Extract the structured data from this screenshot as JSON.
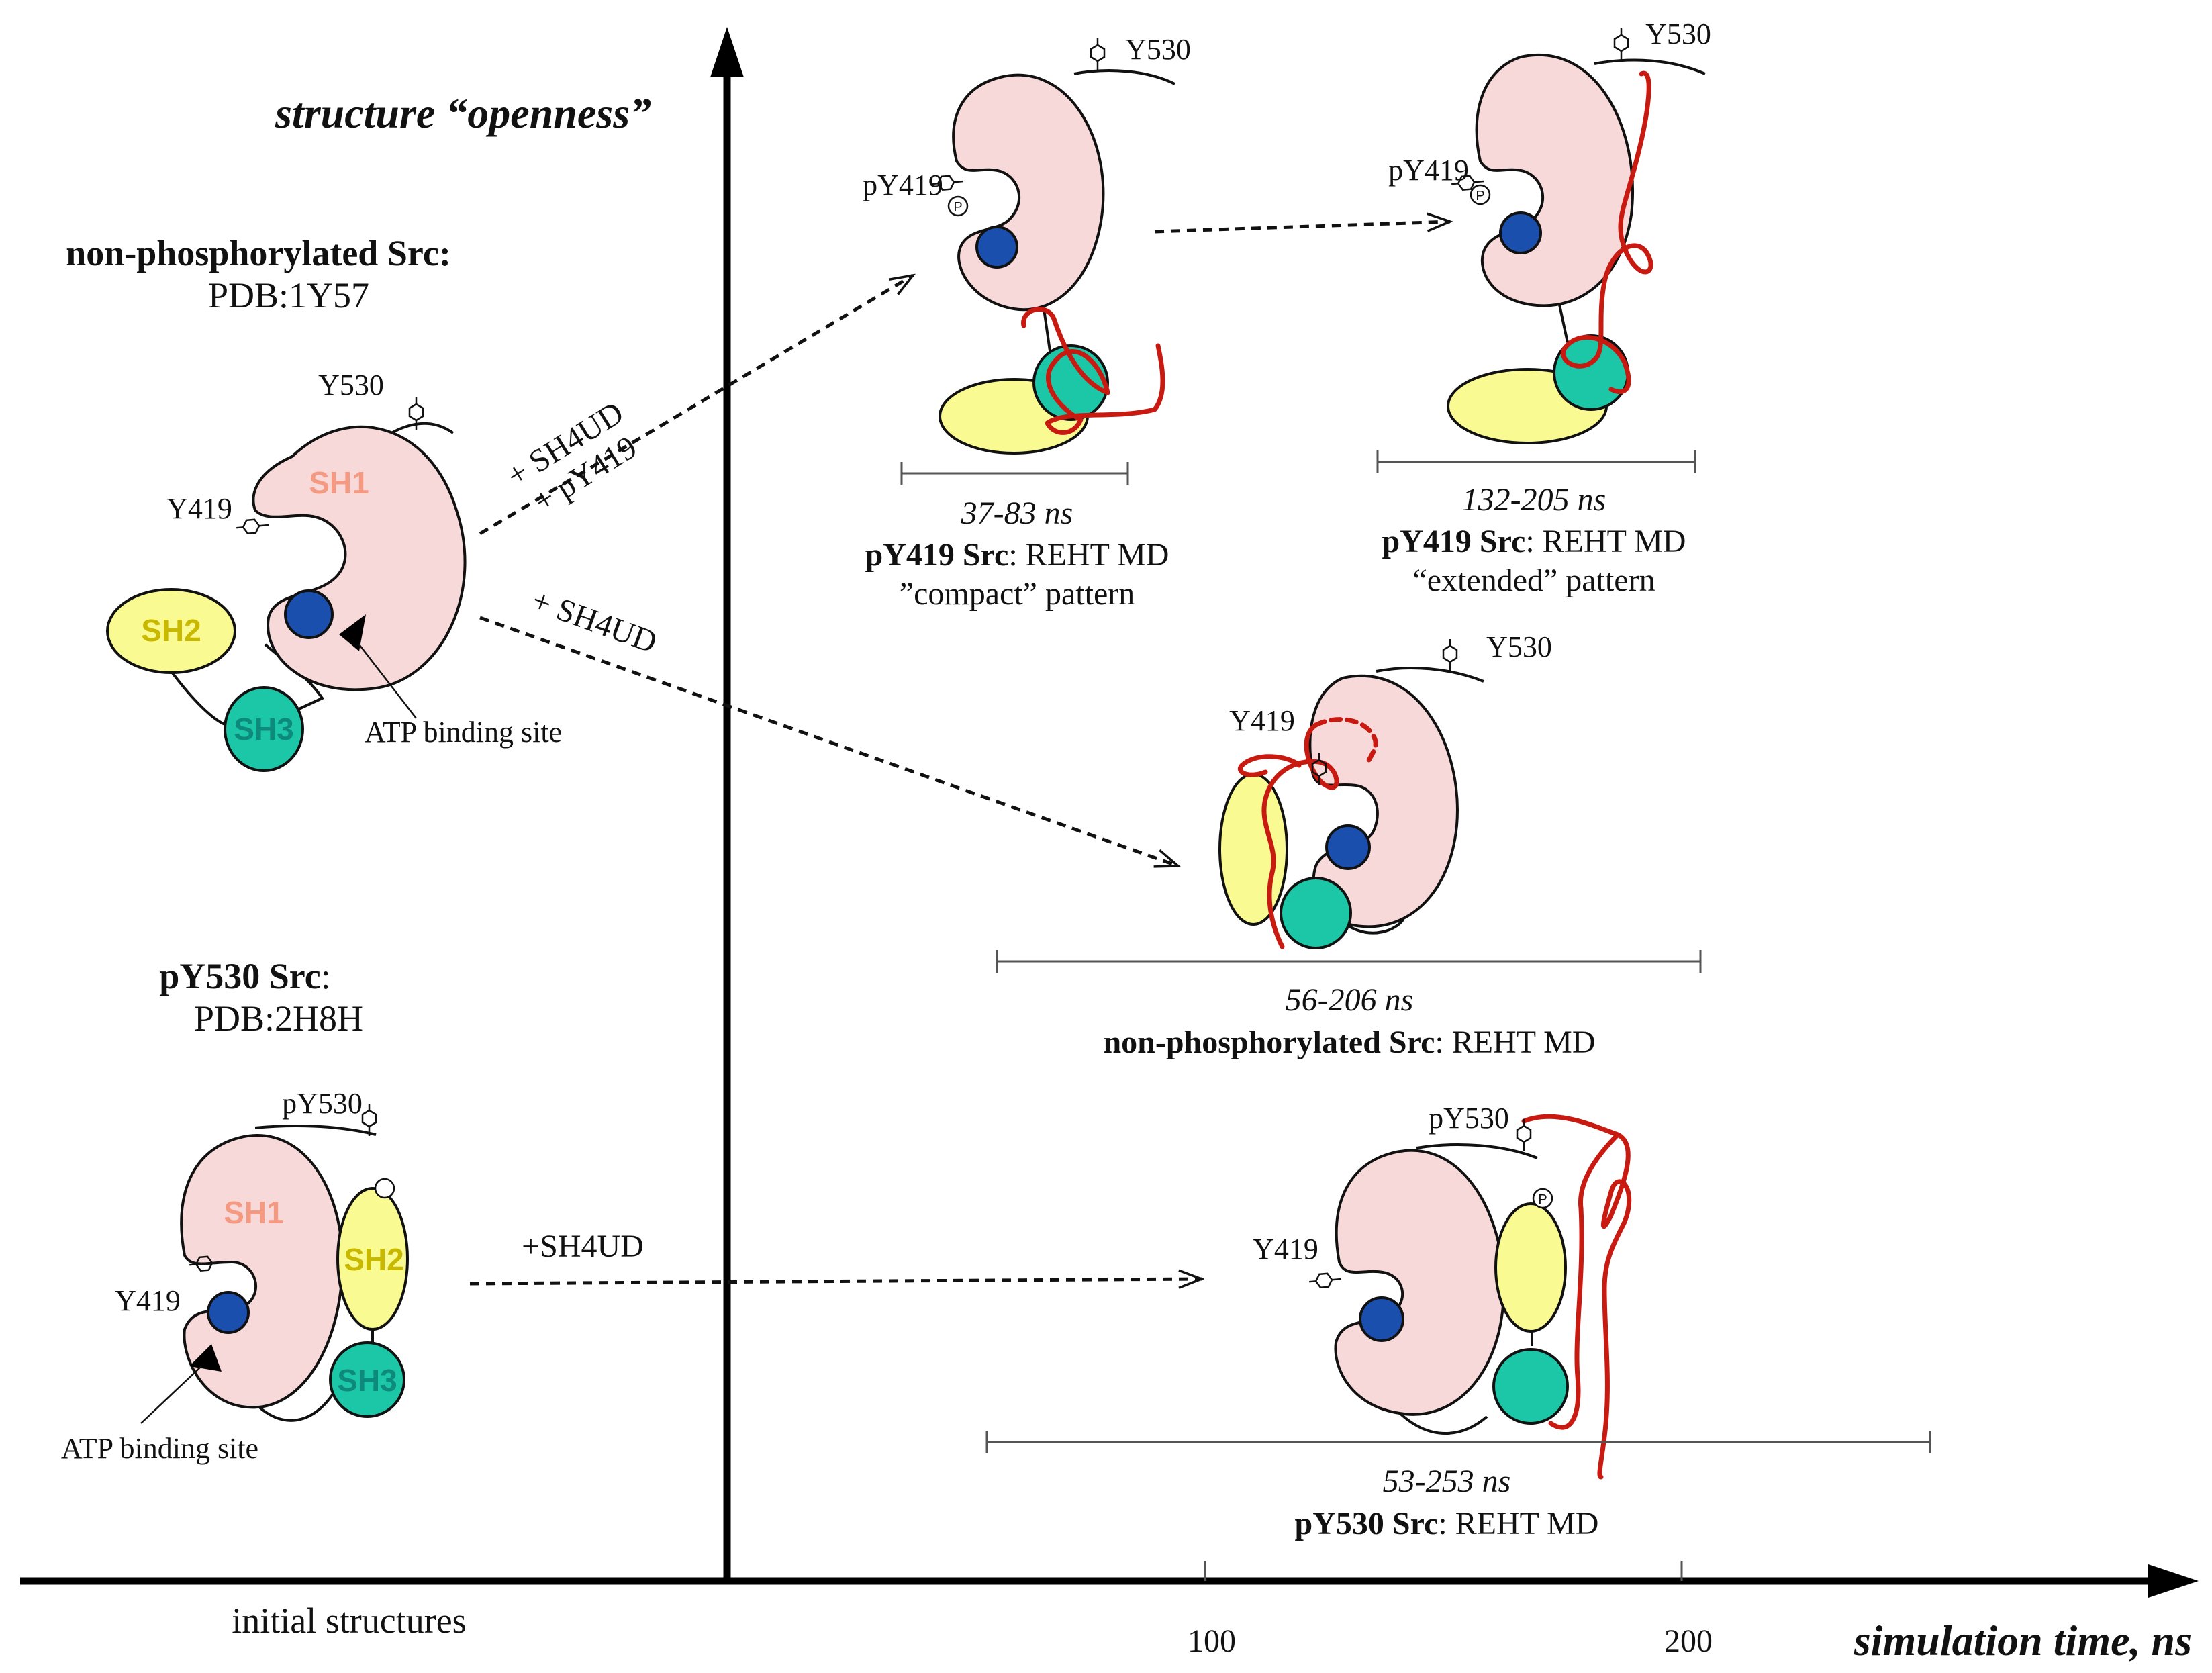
{
  "axes": {
    "y_title": "structure “openness”",
    "x_title": "simulation time, ns",
    "x_left_label": "initial structures",
    "ticks": [
      "100",
      "200"
    ]
  },
  "initial": {
    "nonphos": {
      "title_bold": "non-phosphorylated Src:",
      "pdb": "PDB:1Y57",
      "y530": "Y530",
      "y419": "Y419",
      "sh1": "SH1",
      "sh2": "SH2",
      "sh3": "SH3",
      "atp": "ATP binding site"
    },
    "py530": {
      "title_bold": "pY530 Src",
      "title_rest": ":",
      "pdb": "PDB:2H8H",
      "py530": "pY530",
      "y419": "Y419",
      "sh1": "SH1",
      "sh2": "SH2",
      "sh3": "SH3",
      "atp": "ATP binding site"
    }
  },
  "arrows": {
    "a1_line1": "+ SH4UD",
    "a1_line2": "+ pY419",
    "a2": "+ SH4UD",
    "a3": "+SH4UD"
  },
  "results": {
    "compact": {
      "time": "37-83 ns",
      "name_bold": "pY419 Src",
      "name_rest": ": REHT MD",
      "pattern": "”compact” pattern",
      "y530": "Y530",
      "py419": "pY419",
      "p": "P"
    },
    "extended": {
      "time": "132-205 ns",
      "name_bold": "pY419 Src",
      "name_rest": ": REHT MD",
      "pattern": "“extended” pattern",
      "y530": "Y530",
      "py419": "pY419",
      "p": "P"
    },
    "nonphos": {
      "time": "56-206 ns",
      "name_bold": "non-phosphorylated Src",
      "name_rest": ": REHT MD",
      "y530": "Y530",
      "y419": "Y419"
    },
    "py530": {
      "time": "53-253 ns",
      "name_bold": "pY530 Src",
      "name_rest": ": REHT MD",
      "py530": "pY530",
      "y419": "Y419",
      "p": "P"
    }
  },
  "colors": {
    "sh1": "#f7d9d9",
    "sh2": "#fafa92",
    "sh3": "#1cc7a8",
    "atp": "#1a4fae",
    "sh4ud_chain": "#c81a10",
    "sh1_label": "#f59a82",
    "sh2_label": "#c8b800",
    "sh3_label": "#0e8a7c"
  }
}
